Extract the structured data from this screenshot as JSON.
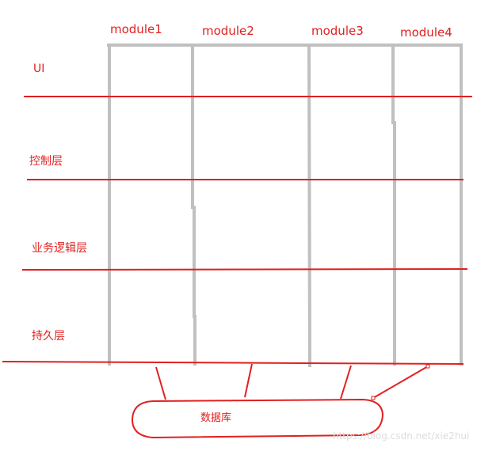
{
  "colors": {
    "red": "#e02020",
    "gray": "#c0c0c0",
    "watermark": "#dddddd",
    "background": "#ffffff"
  },
  "modules": [
    "module1",
    "module2",
    "module3",
    "module4"
  ],
  "layers": [
    "UI",
    "控制层",
    "业务逻辑层",
    "持久层"
  ],
  "database": {
    "label": "数据库"
  },
  "watermark": "https://blog.csdn.net/xie2hui"
}
